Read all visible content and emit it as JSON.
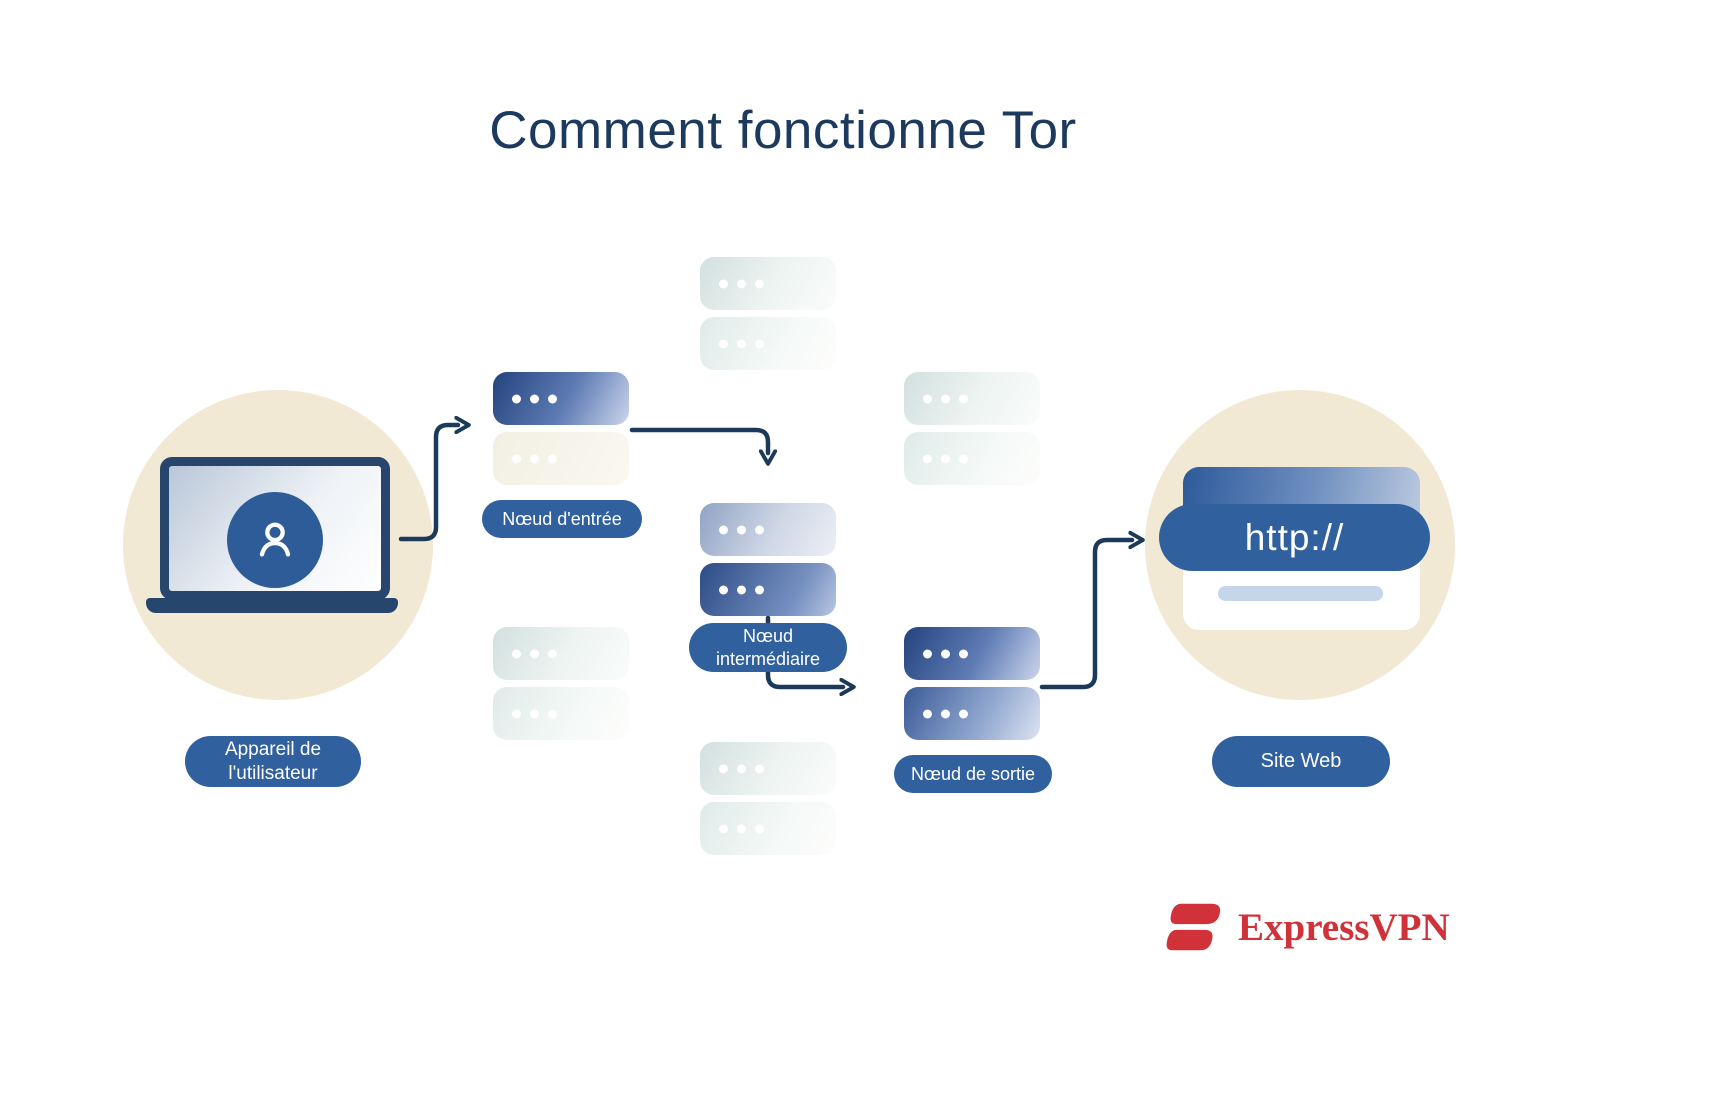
{
  "title": "Comment fonctionne Tor",
  "labels": {
    "device_line1": "Appareil de",
    "device_line2": "l'utilisateur",
    "entry": "Nœud d'entrée",
    "intermediate_line1": "Nœud",
    "intermediate_line2": "intermédiaire",
    "exit": "Nœud de sortie",
    "website": "Site Web"
  },
  "website": {
    "url_text": "http://"
  },
  "brand": {
    "name": "ExpressVPN"
  },
  "colors": {
    "accent_blue": "#31609f",
    "navy": "#1c3a5e",
    "arrow_navy": "#1b3a5a",
    "beige_circle": "#f2e9d4",
    "brand_red": "#d13239",
    "inactive_server": "#e3eeec"
  },
  "servers": [
    {
      "id": "server-top-center",
      "active": false
    },
    {
      "id": "server-entry-node",
      "active": true
    },
    {
      "id": "server-right-upper",
      "active": false
    },
    {
      "id": "server-intermediate-node",
      "active": true
    },
    {
      "id": "server-left-lower",
      "active": false
    },
    {
      "id": "server-exit-node",
      "active": true
    },
    {
      "id": "server-bottom-center",
      "active": false
    }
  ]
}
